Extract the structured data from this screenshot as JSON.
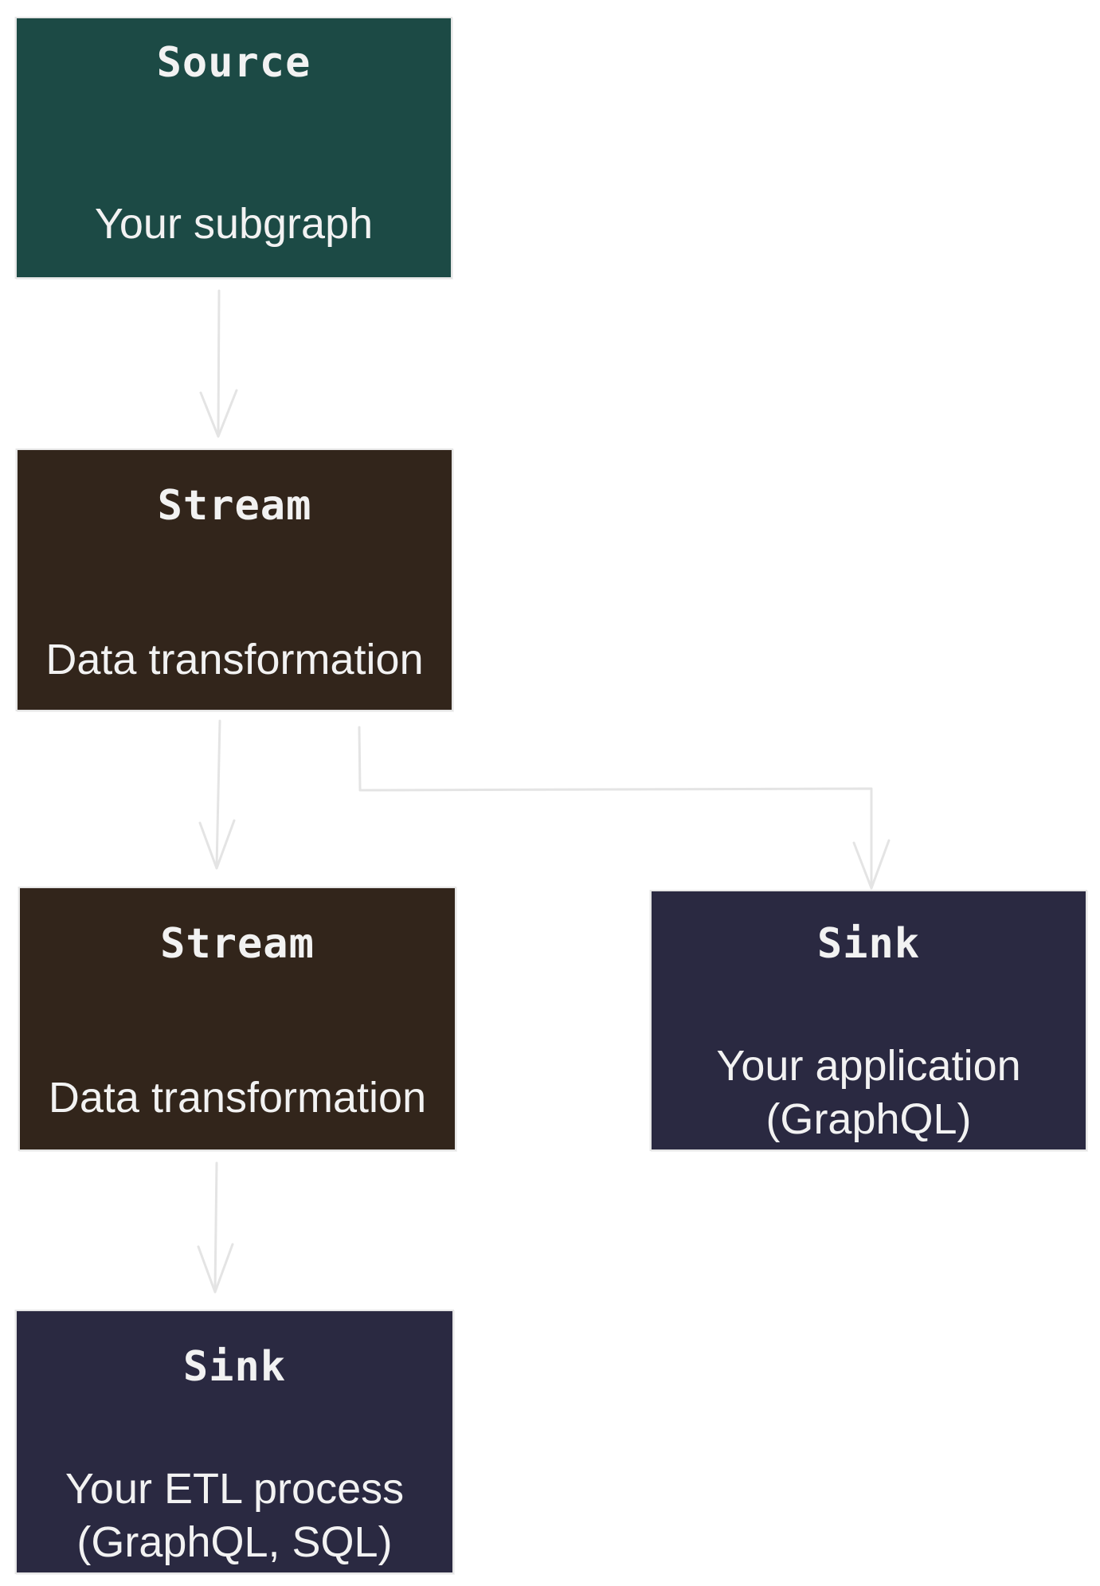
{
  "colors": {
    "source": "#1c4a45",
    "stream": "#32251b",
    "sink": "#2a2941",
    "edge": "#e4e4e4",
    "background": "#ffffff"
  },
  "nodes": {
    "source": {
      "title": "Source",
      "subtitle": "Your subgraph"
    },
    "stream_1": {
      "title": "Stream",
      "subtitle": "Data transformation"
    },
    "stream_2": {
      "title": "Stream",
      "subtitle": "Data transformation"
    },
    "sink_app": {
      "title": "Sink",
      "subtitle_line1": "Your application",
      "subtitle_line2": "(GraphQL)"
    },
    "sink_etl": {
      "title": "Sink",
      "subtitle_line1": "Your ETL process",
      "subtitle_line2": "(GraphQL, SQL)"
    }
  }
}
